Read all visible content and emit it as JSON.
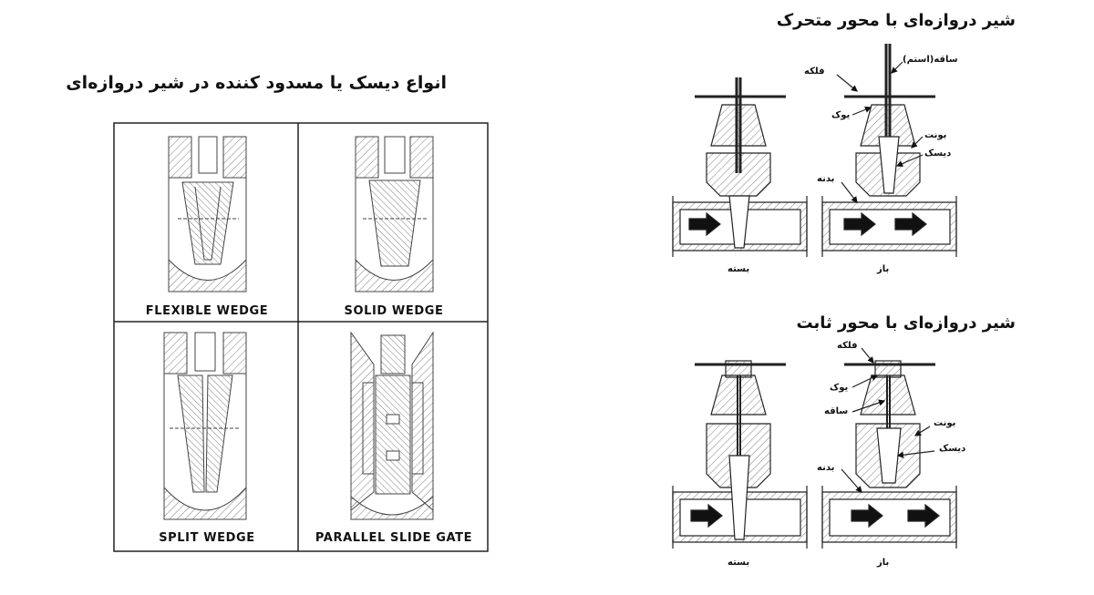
{
  "left_panel": {
    "title": "انواع دیسک یا مسدود کننده در شیر دروازه‌ای",
    "cells": [
      {
        "caption": "FLEXIBLE WEDGE"
      },
      {
        "caption": "SOLID WEDGE"
      },
      {
        "caption": "SPLIT WEDGE"
      },
      {
        "caption": "PARALLEL SLIDE GATE"
      }
    ]
  },
  "rising_stem": {
    "title": "شیر دروازه‌ای با محور متحرک",
    "labels": {
      "stem": "ساقه(استم)",
      "handwheel": "فلکه",
      "yoke": "یوک",
      "bonnet": "بونت",
      "disc": "دیسک",
      "body": "بدنه"
    },
    "closed": "بسته",
    "open": "باز"
  },
  "non_rising_stem": {
    "title": "شیر دروازه‌ای با محور ثابت",
    "labels": {
      "handwheel": "فلکه",
      "yoke": "یوک",
      "stem": "ساقه",
      "bonnet": "بونت",
      "disc": "دیسک",
      "body": "بدنه"
    },
    "closed": "بسته",
    "open": "باز"
  }
}
